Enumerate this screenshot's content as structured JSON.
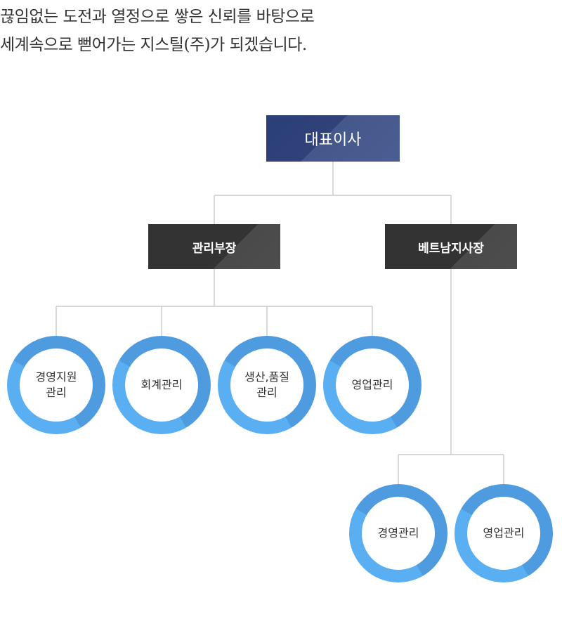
{
  "intro": {
    "line1": "끊임없는 도전과 열정으로 쌓은 신뢰를 바탕으로",
    "line2": "세계속으로 뻗어가는 지스틸(주)가 되겠습니다."
  },
  "org": {
    "ceo": "대표이사",
    "managers": {
      "admin": "관리부장",
      "vietnam": "베트남지사장"
    },
    "admin_depts": [
      "경영지원\n관리",
      "회계관리",
      "생산,품질\n관리",
      "영업관리"
    ],
    "vietnam_depts": [
      "경영관리",
      "영업관리"
    ]
  },
  "colors": {
    "ceo_box": "#2f4279",
    "manager_box": "#333333",
    "ring_light": "#5aaff2",
    "ring_dark": "#4f9be0",
    "connector": "#cccccc"
  }
}
